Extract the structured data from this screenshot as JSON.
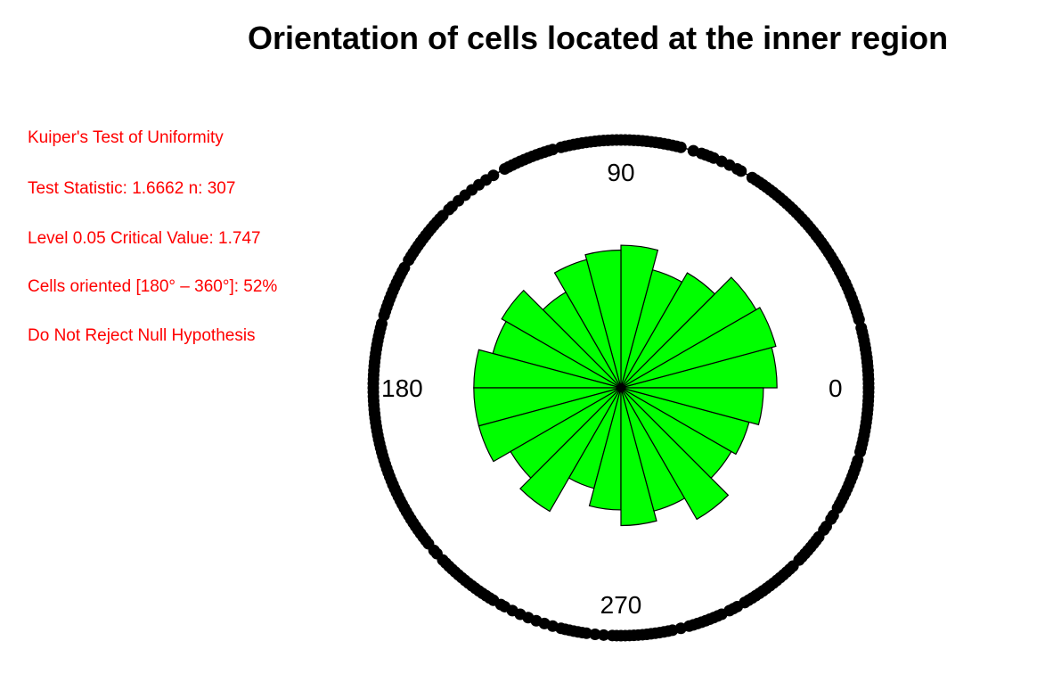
{
  "chart_data": {
    "type": "rose",
    "title": "Orientation of cells located at the inner region",
    "direction_labels": [
      "0",
      "90",
      "180",
      "270"
    ],
    "bin_width_deg": 15,
    "bins": [
      {
        "start": 0,
        "end": 15,
        "count": 18
      },
      {
        "start": 15,
        "end": 30,
        "count": 19
      },
      {
        "start": 30,
        "end": 45,
        "count": 18
      },
      {
        "start": 45,
        "end": 60,
        "count": 13
      },
      {
        "start": 60,
        "end": 75,
        "count": 11
      },
      {
        "start": 75,
        "end": 90,
        "count": 15
      },
      {
        "start": 90,
        "end": 105,
        "count": 14
      },
      {
        "start": 105,
        "end": 120,
        "count": 13
      },
      {
        "start": 120,
        "end": 135,
        "count": 9
      },
      {
        "start": 135,
        "end": 150,
        "count": 14
      },
      {
        "start": 150,
        "end": 165,
        "count": 13
      },
      {
        "start": 165,
        "end": 180,
        "count": 16
      },
      {
        "start": 180,
        "end": 195,
        "count": 16
      },
      {
        "start": 195,
        "end": 210,
        "count": 16
      },
      {
        "start": 210,
        "end": 225,
        "count": 12
      },
      {
        "start": 225,
        "end": 240,
        "count": 15
      },
      {
        "start": 240,
        "end": 255,
        "count": 8
      },
      {
        "start": 255,
        "end": 270,
        "count": 11
      },
      {
        "start": 270,
        "end": 285,
        "count": 14
      },
      {
        "start": 285,
        "end": 300,
        "count": 12
      },
      {
        "start": 300,
        "end": 315,
        "count": 17
      },
      {
        "start": 315,
        "end": 330,
        "count": 12
      },
      {
        "start": 330,
        "end": 345,
        "count": 13
      },
      {
        "start": 345,
        "end": 360,
        "count": 15
      }
    ],
    "bar_color": "#00ff00",
    "point_color": "#000000",
    "n": 307,
    "observations_deg": [
      0,
      0,
      5,
      7,
      4,
      6,
      2,
      9,
      3,
      11,
      1,
      8,
      6,
      13,
      2,
      10,
      7,
      9,
      12,
      14,
      4,
      16,
      22,
      25,
      19,
      28,
      17,
      23,
      20,
      26,
      29,
      18,
      21,
      24,
      27,
      16,
      22,
      25,
      19,
      28,
      31,
      35,
      38,
      42,
      33,
      40,
      44,
      36,
      32,
      39,
      43,
      34,
      37,
      41,
      30,
      45,
      38,
      42,
      48,
      53,
      58,
      50,
      55,
      49,
      57,
      52,
      46,
      54,
      51,
      56,
      47,
      62,
      68,
      66,
      70,
      64,
      73,
      61,
      69,
      71,
      76,
      78,
      80,
      82,
      84,
      86,
      88,
      77,
      79,
      81,
      83,
      85,
      87,
      89,
      90,
      91,
      93,
      95,
      97,
      99,
      101,
      103,
      92,
      94,
      96,
      98,
      100,
      102,
      104,
      106,
      108,
      110,
      112,
      114,
      116,
      118,
      107,
      109,
      111,
      113,
      115,
      117,
      121,
      125,
      129,
      133,
      123,
      127,
      131,
      134,
      136,
      138,
      140,
      142,
      144,
      146,
      148,
      137,
      139,
      141,
      143,
      145,
      147,
      149,
      151,
      153,
      155,
      157,
      159,
      161,
      163,
      152,
      154,
      156,
      158,
      160,
      162,
      166,
      167,
      169,
      171,
      173,
      175,
      177,
      179,
      168,
      170,
      172,
      174,
      176,
      178,
      165,
      180,
      181,
      183,
      185,
      187,
      189,
      191,
      193,
      182,
      184,
      186,
      188,
      190,
      192,
      194,
      195,
      186,
      196,
      198,
      200,
      202,
      204,
      206,
      208,
      197,
      199,
      201,
      203,
      205,
      207,
      209,
      210,
      203,
      212,
      215,
      218,
      221,
      224,
      213,
      216,
      219,
      222,
      211,
      214,
      217,
      226,
      228,
      230,
      232,
      234,
      236,
      238,
      227,
      229,
      231,
      233,
      235,
      237,
      239,
      225,
      242,
      246,
      250,
      254,
      244,
      248,
      252,
      241,
      256,
      258,
      260,
      262,
      264,
      266,
      268,
      257,
      259,
      261,
      269,
      270,
      272,
      274,
      276,
      278,
      280,
      282,
      284,
      271,
      273,
      275,
      277,
      279,
      281,
      286,
      288,
      290,
      292,
      294,
      296,
      298,
      287,
      289,
      291,
      293,
      297,
      300,
      302,
      304,
      306,
      308,
      310,
      312,
      314,
      301,
      303,
      305,
      307,
      309,
      311,
      313,
      300,
      305,
      316,
      319,
      322,
      325,
      328,
      317,
      320,
      323,
      326,
      329,
      318,
      321,
      331,
      333,
      335,
      337,
      339,
      341,
      343,
      332,
      334,
      336,
      338,
      340,
      342,
      346,
      348,
      350,
      352,
      354,
      356,
      358,
      347,
      349,
      351,
      353,
      355,
      357,
      359,
      345
    ]
  },
  "stats": {
    "test_name": "Kuiper's Test of Uniformity",
    "statistic_text": "Test Statistic:  1.6662  n: 307",
    "critical_text": "Level 0.05 Critical Value: 1.747",
    "oriented_text": "Cells oriented [180° – 360°]: 52%",
    "decision_text": "Do Not Reject Null Hypothesis"
  }
}
